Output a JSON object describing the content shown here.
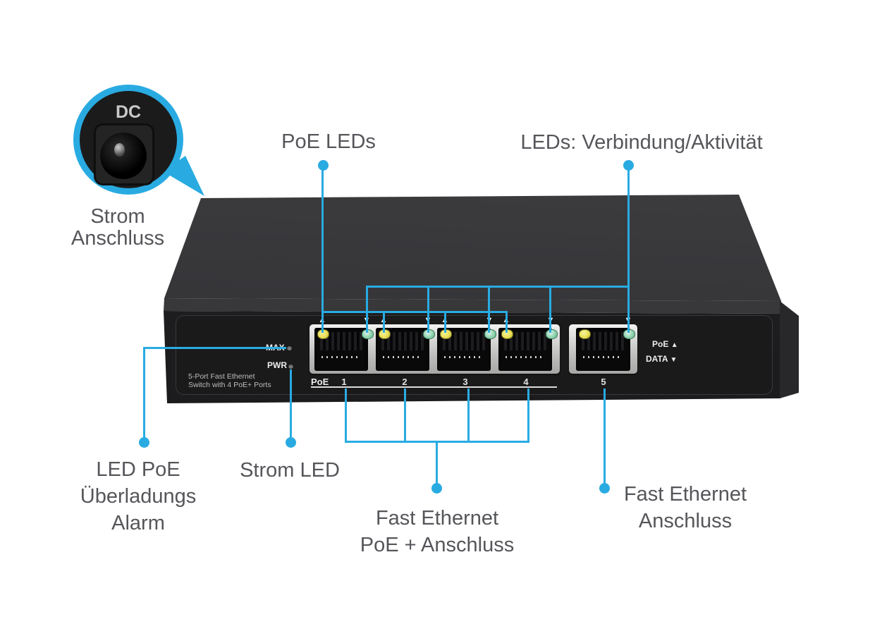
{
  "colors": {
    "accent": "#29ABE2",
    "led_yellow": "#E8E055",
    "led_green": "#8FD4AE"
  },
  "callouts": {
    "poe_leds": "PoE LEDs",
    "link_activity": "LEDs: Verbindung/Aktivität",
    "power_connector": [
      "Strom",
      "Anschluss"
    ],
    "overload_alarm": [
      "LED PoE",
      "Überladungs",
      "Alarm"
    ],
    "power_led": "Strom LED",
    "poe_ports": [
      "Fast Ethernet",
      "PoE + Anschluss"
    ],
    "uplink_port": [
      "Fast Ethernet",
      "Anschluss"
    ]
  },
  "device": {
    "dc_label": "DC",
    "max_label": "MAX",
    "pwr_label": "PWR",
    "model_line1": "5-Port Fast Ethernet",
    "model_line2": "Switch with 4 PoE+ Ports",
    "poe_row_label": "PoE",
    "port_numbers": [
      "1",
      "2",
      "3",
      "4",
      "5"
    ],
    "legend_poe": "PoE",
    "legend_data": "DATA",
    "arrow_up": "▲",
    "arrow_down": "▼"
  }
}
